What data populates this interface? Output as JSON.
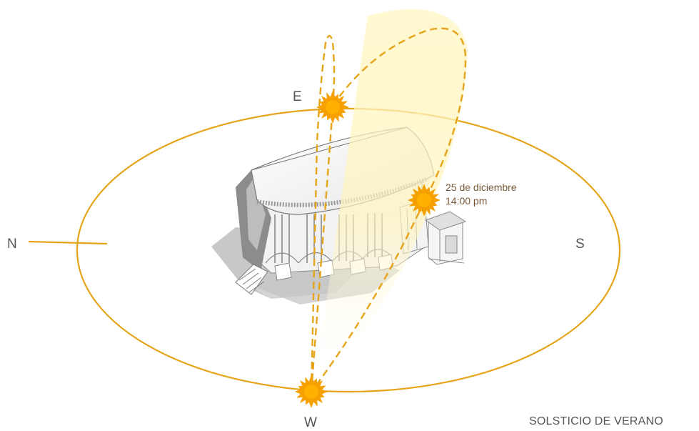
{
  "compass": {
    "north": "N",
    "south": "S",
    "east": "E",
    "west": "W"
  },
  "sun_label": {
    "line1": "25 de diciembre",
    "line2": "14:00 pm"
  },
  "caption": "SOLSTICIO DE VERANO",
  "colors": {
    "orbit": "#e5a41a",
    "sun": "#f6a000",
    "sun_core": "#ffd23a",
    "glow": "#fff1a6",
    "text": "#555555"
  }
}
